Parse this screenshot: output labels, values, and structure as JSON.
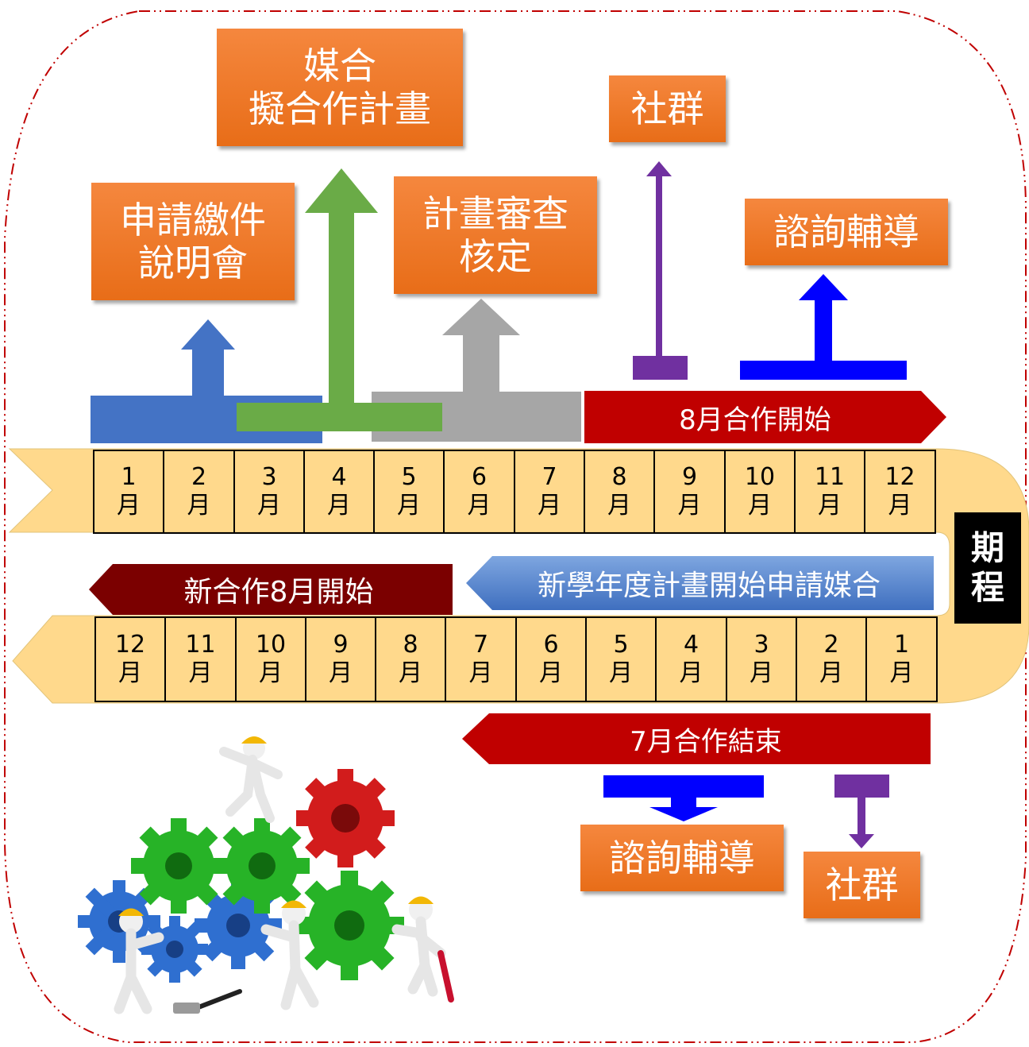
{
  "timeline_top": {
    "cells": [
      {
        "n": "1",
        "m": "月"
      },
      {
        "n": "2",
        "m": "月"
      },
      {
        "n": "3",
        "m": "月"
      },
      {
        "n": "4",
        "m": "月"
      },
      {
        "n": "5",
        "m": "月"
      },
      {
        "n": "6",
        "m": "月"
      },
      {
        "n": "7",
        "m": "月"
      },
      {
        "n": "8",
        "m": "月"
      },
      {
        "n": "9",
        "m": "月"
      },
      {
        "n": "10",
        "m": "月"
      },
      {
        "n": "11",
        "m": "月"
      },
      {
        "n": "12",
        "m": "月"
      }
    ]
  },
  "timeline_bottom": {
    "cells": [
      {
        "n": "12",
        "m": "月"
      },
      {
        "n": "11",
        "m": "月"
      },
      {
        "n": "10",
        "m": "月"
      },
      {
        "n": "9",
        "m": "月"
      },
      {
        "n": "8",
        "m": "月"
      },
      {
        "n": "7",
        "m": "月"
      },
      {
        "n": "6",
        "m": "月"
      },
      {
        "n": "5",
        "m": "月"
      },
      {
        "n": "4",
        "m": "月"
      },
      {
        "n": "3",
        "m": "月"
      },
      {
        "n": "2",
        "m": "月"
      },
      {
        "n": "1",
        "m": "月"
      }
    ]
  },
  "boxes": {
    "briefing": {
      "line1": "申請繳件",
      "line2": "說明會"
    },
    "matching": {
      "line1": "媒合",
      "line2": "擬合作計畫"
    },
    "review": {
      "line1": "計畫審查",
      "line2": "核定"
    },
    "community_top": "社群",
    "consulting_top": "諮詢輔導",
    "consulting_bottom": "諮詢輔導",
    "community_bottom": "社群"
  },
  "banners": {
    "aug_start": "8月合作開始",
    "new_start": "新合作8月開始",
    "new_year": "新學年度計畫開始申請媒合",
    "jul_end": "7月合作結束"
  },
  "period": {
    "line1": "期",
    "line2": "程"
  },
  "colors": {
    "orange": "#ee7a2b",
    "blue": "#4473c5",
    "green": "#6aab47",
    "gray": "#a6a6a6",
    "purple": "#7030a0",
    "bright_blue": "#0000ff",
    "red": "#c00000",
    "dark_red": "#7b0000",
    "timeline": "#ffd98c",
    "frame": "#c00000"
  }
}
